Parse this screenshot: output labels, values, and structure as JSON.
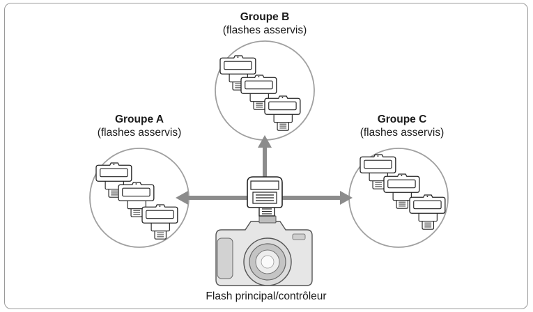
{
  "groups": {
    "a": {
      "title": "Groupe A",
      "subtitle": "(flashes asservis)"
    },
    "b": {
      "title": "Groupe B",
      "subtitle": "(flashes asservis)"
    },
    "c": {
      "title": "Groupe C",
      "subtitle": "(flashes asservis)"
    }
  },
  "main_flash": {
    "caption": "Flash principal/contrôleur"
  },
  "icons": [
    "slave-flash-icon",
    "master-flash-icon",
    "camera-icon",
    "arrow-icon"
  ],
  "colors": {
    "arrow": "#8c8c8c",
    "circle": "#a0a0a0",
    "frame": "#9a9a9a",
    "camera_body": "#e6e6e6"
  }
}
